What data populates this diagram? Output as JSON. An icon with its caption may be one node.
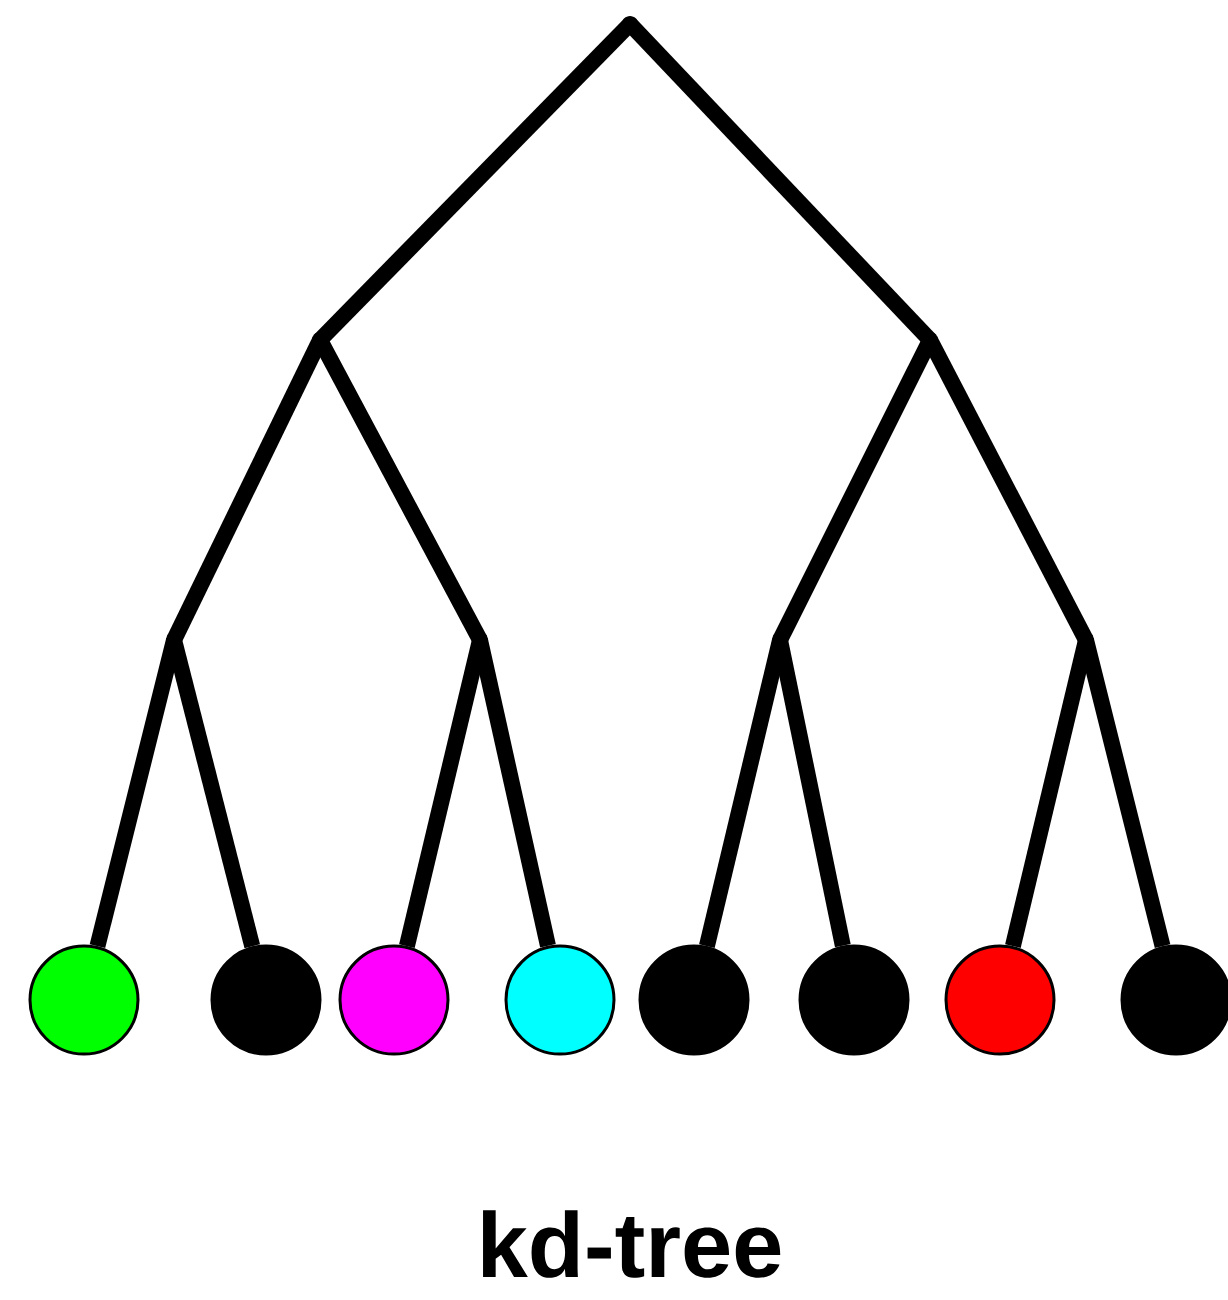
{
  "diagram": {
    "caption": "kd-tree",
    "nodes": [
      {
        "text": [],
        "shape": "point"
      },
      {
        "text": [],
        "shape": "point"
      },
      {
        "text": [],
        "shape": "point"
      },
      {
        "text": [],
        "shape": "point"
      },
      {
        "text": [],
        "shape": "point"
      },
      {
        "text": [],
        "shape": "point"
      },
      {
        "text": [],
        "shape": "point"
      },
      {
        "text": [],
        "shape": "circle"
      },
      {
        "text": [],
        "shape": "circle"
      },
      {
        "text": [],
        "shape": "circle"
      },
      {
        "text": [],
        "shape": "circle"
      },
      {
        "text": [],
        "shape": "circle"
      },
      {
        "text": [],
        "shape": "circle"
      },
      {
        "text": [],
        "shape": "circle"
      },
      {
        "text": [],
        "shape": "circle"
      }
    ],
    "edges": [
      {
        "from": 0,
        "to": 1,
        "arrow": "none"
      },
      {
        "from": 0,
        "to": 2,
        "arrow": "none"
      },
      {
        "from": 1,
        "to": 3,
        "arrow": "none"
      },
      {
        "from": 1,
        "to": 4,
        "arrow": "none"
      },
      {
        "from": 2,
        "to": 5,
        "arrow": "none"
      },
      {
        "from": 2,
        "to": 6,
        "arrow": "none"
      },
      {
        "from": 3,
        "to": 7,
        "arrow": "none"
      },
      {
        "from": 3,
        "to": 8,
        "arrow": "none"
      },
      {
        "from": 4,
        "to": 9,
        "arrow": "none"
      },
      {
        "from": 4,
        "to": 10,
        "arrow": "none"
      },
      {
        "from": 5,
        "to": 11,
        "arrow": "none"
      },
      {
        "from": 5,
        "to": 12,
        "arrow": "none"
      },
      {
        "from": 6,
        "to": 13,
        "arrow": "none"
      },
      {
        "from": 6,
        "to": 14,
        "arrow": "none"
      }
    ]
  }
}
